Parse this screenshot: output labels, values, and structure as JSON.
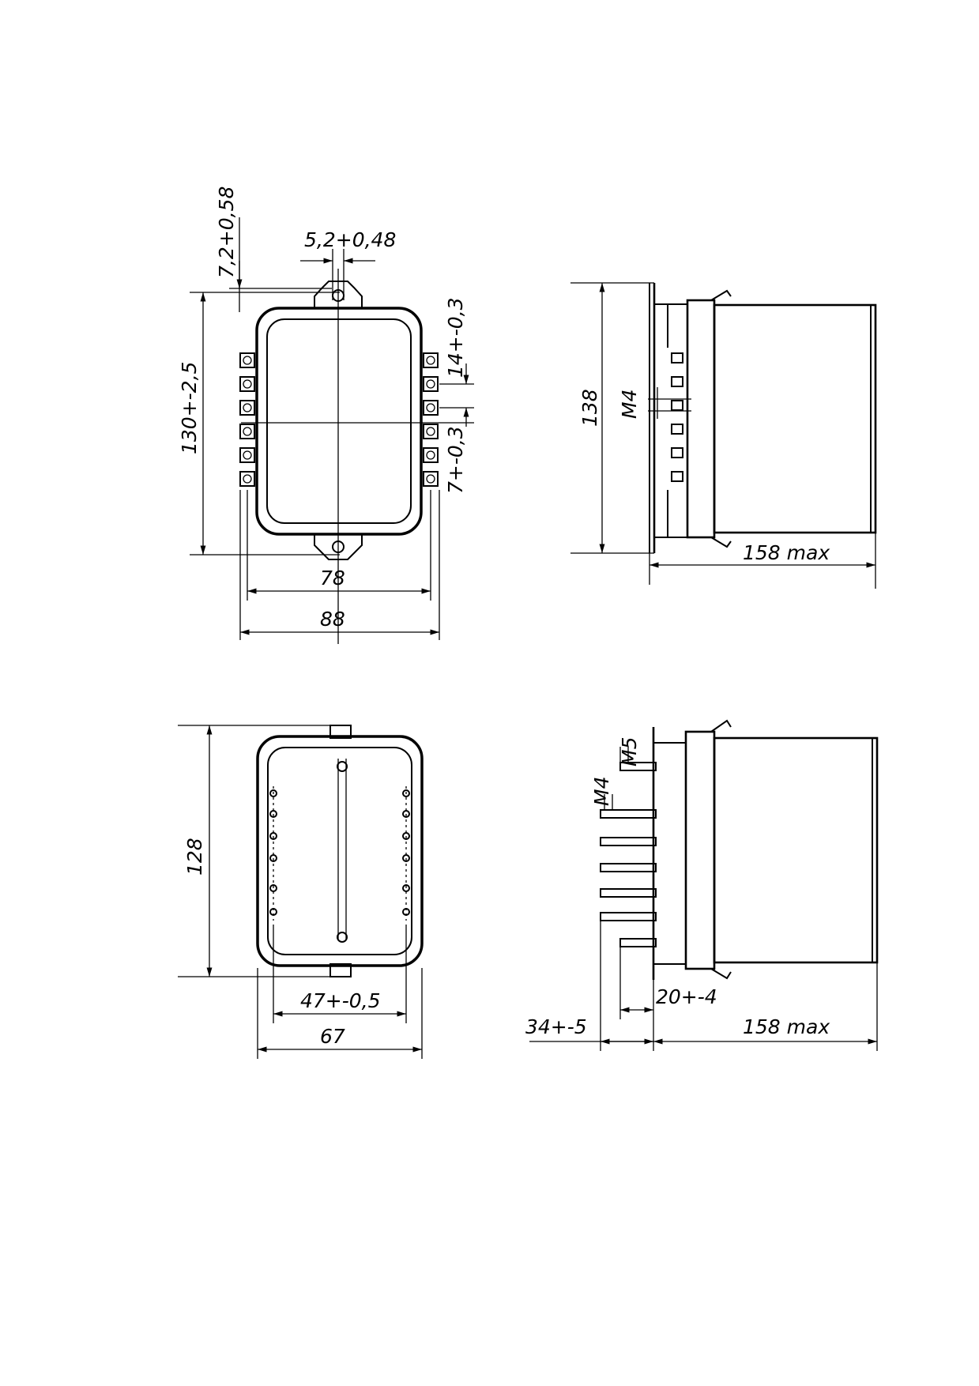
{
  "top_front": {
    "dim_lug_offset": "7,2+0,58",
    "dim_lug_hole": "5,2+0,48",
    "dim_height": "130+-2,5",
    "dim_terminal_pitch": "14+-0,3",
    "dim_terminal_pitch2": "7+-0,3",
    "dim_inner_width": "78",
    "dim_outer_width": "88"
  },
  "top_side": {
    "dim_height": "138",
    "dim_thread": "M4",
    "dim_depth": "158 max"
  },
  "bottom_front": {
    "dim_height": "128",
    "dim_inner_width": "47+-0,5",
    "dim_outer_width": "67"
  },
  "bottom_side": {
    "dim_thread_a": "M5",
    "dim_thread_b": "M4",
    "dim_stud_length": "20+-4",
    "dim_depth": "158 max",
    "dim_stud_total": "34+-5"
  }
}
